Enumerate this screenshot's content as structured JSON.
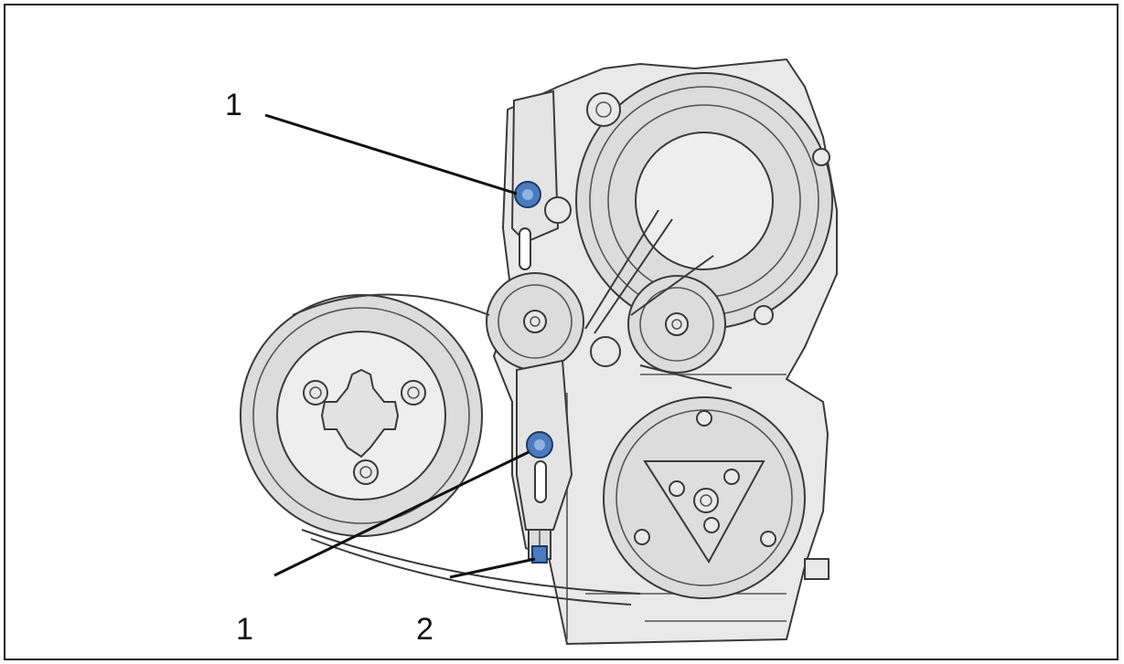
{
  "callouts": {
    "bolt_upper": "1",
    "bolt_lower": "1",
    "adjuster": "2"
  },
  "colors": {
    "highlight_bolt": "#4a7bbf",
    "line": "#3a3a3a",
    "metal": "#e9e9e9"
  }
}
